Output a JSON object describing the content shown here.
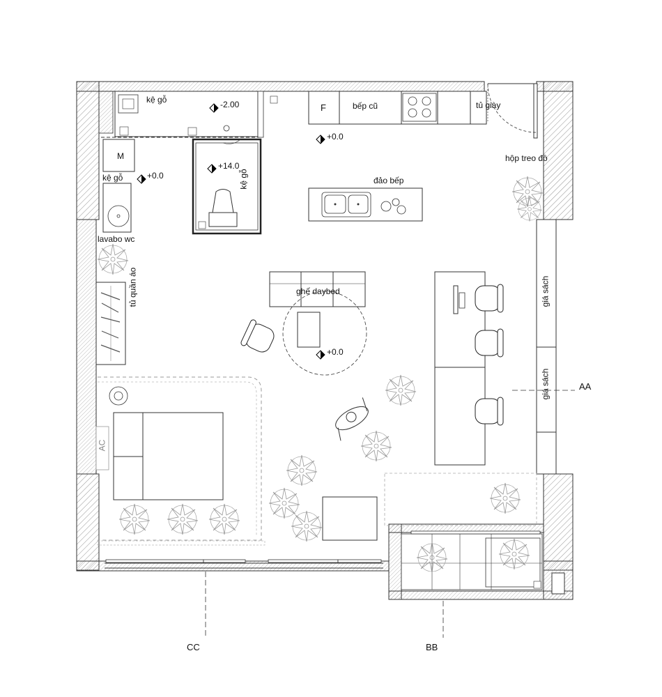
{
  "labels": {
    "shelf_top": "kệ gỗ",
    "level_minus2": "-2.00",
    "fridge": "F",
    "stove": "bếp cũ",
    "shoe_cabinet": "tủ giày",
    "level_zero_top": "+0.0",
    "washer": "M",
    "shelf_left": "kệ gỗ",
    "level_zero_left": "+0.0",
    "level_wc": "+14.0",
    "shelf_wc": "kệ gỗ",
    "coat_box": "hộp treo đồ",
    "kitchen_island": "đảo bếp",
    "wc_sink": "lavabo wc",
    "wardrobe": "tủ quần áo",
    "daybed": "ghế daybed",
    "level_zero_center": "+0.0",
    "bookshelf_top": "giá sách",
    "bookshelf_bottom": "giá sách",
    "section_aa": "AA",
    "aircon": "AC",
    "section_cc": "CC",
    "section_bb": "BB"
  }
}
